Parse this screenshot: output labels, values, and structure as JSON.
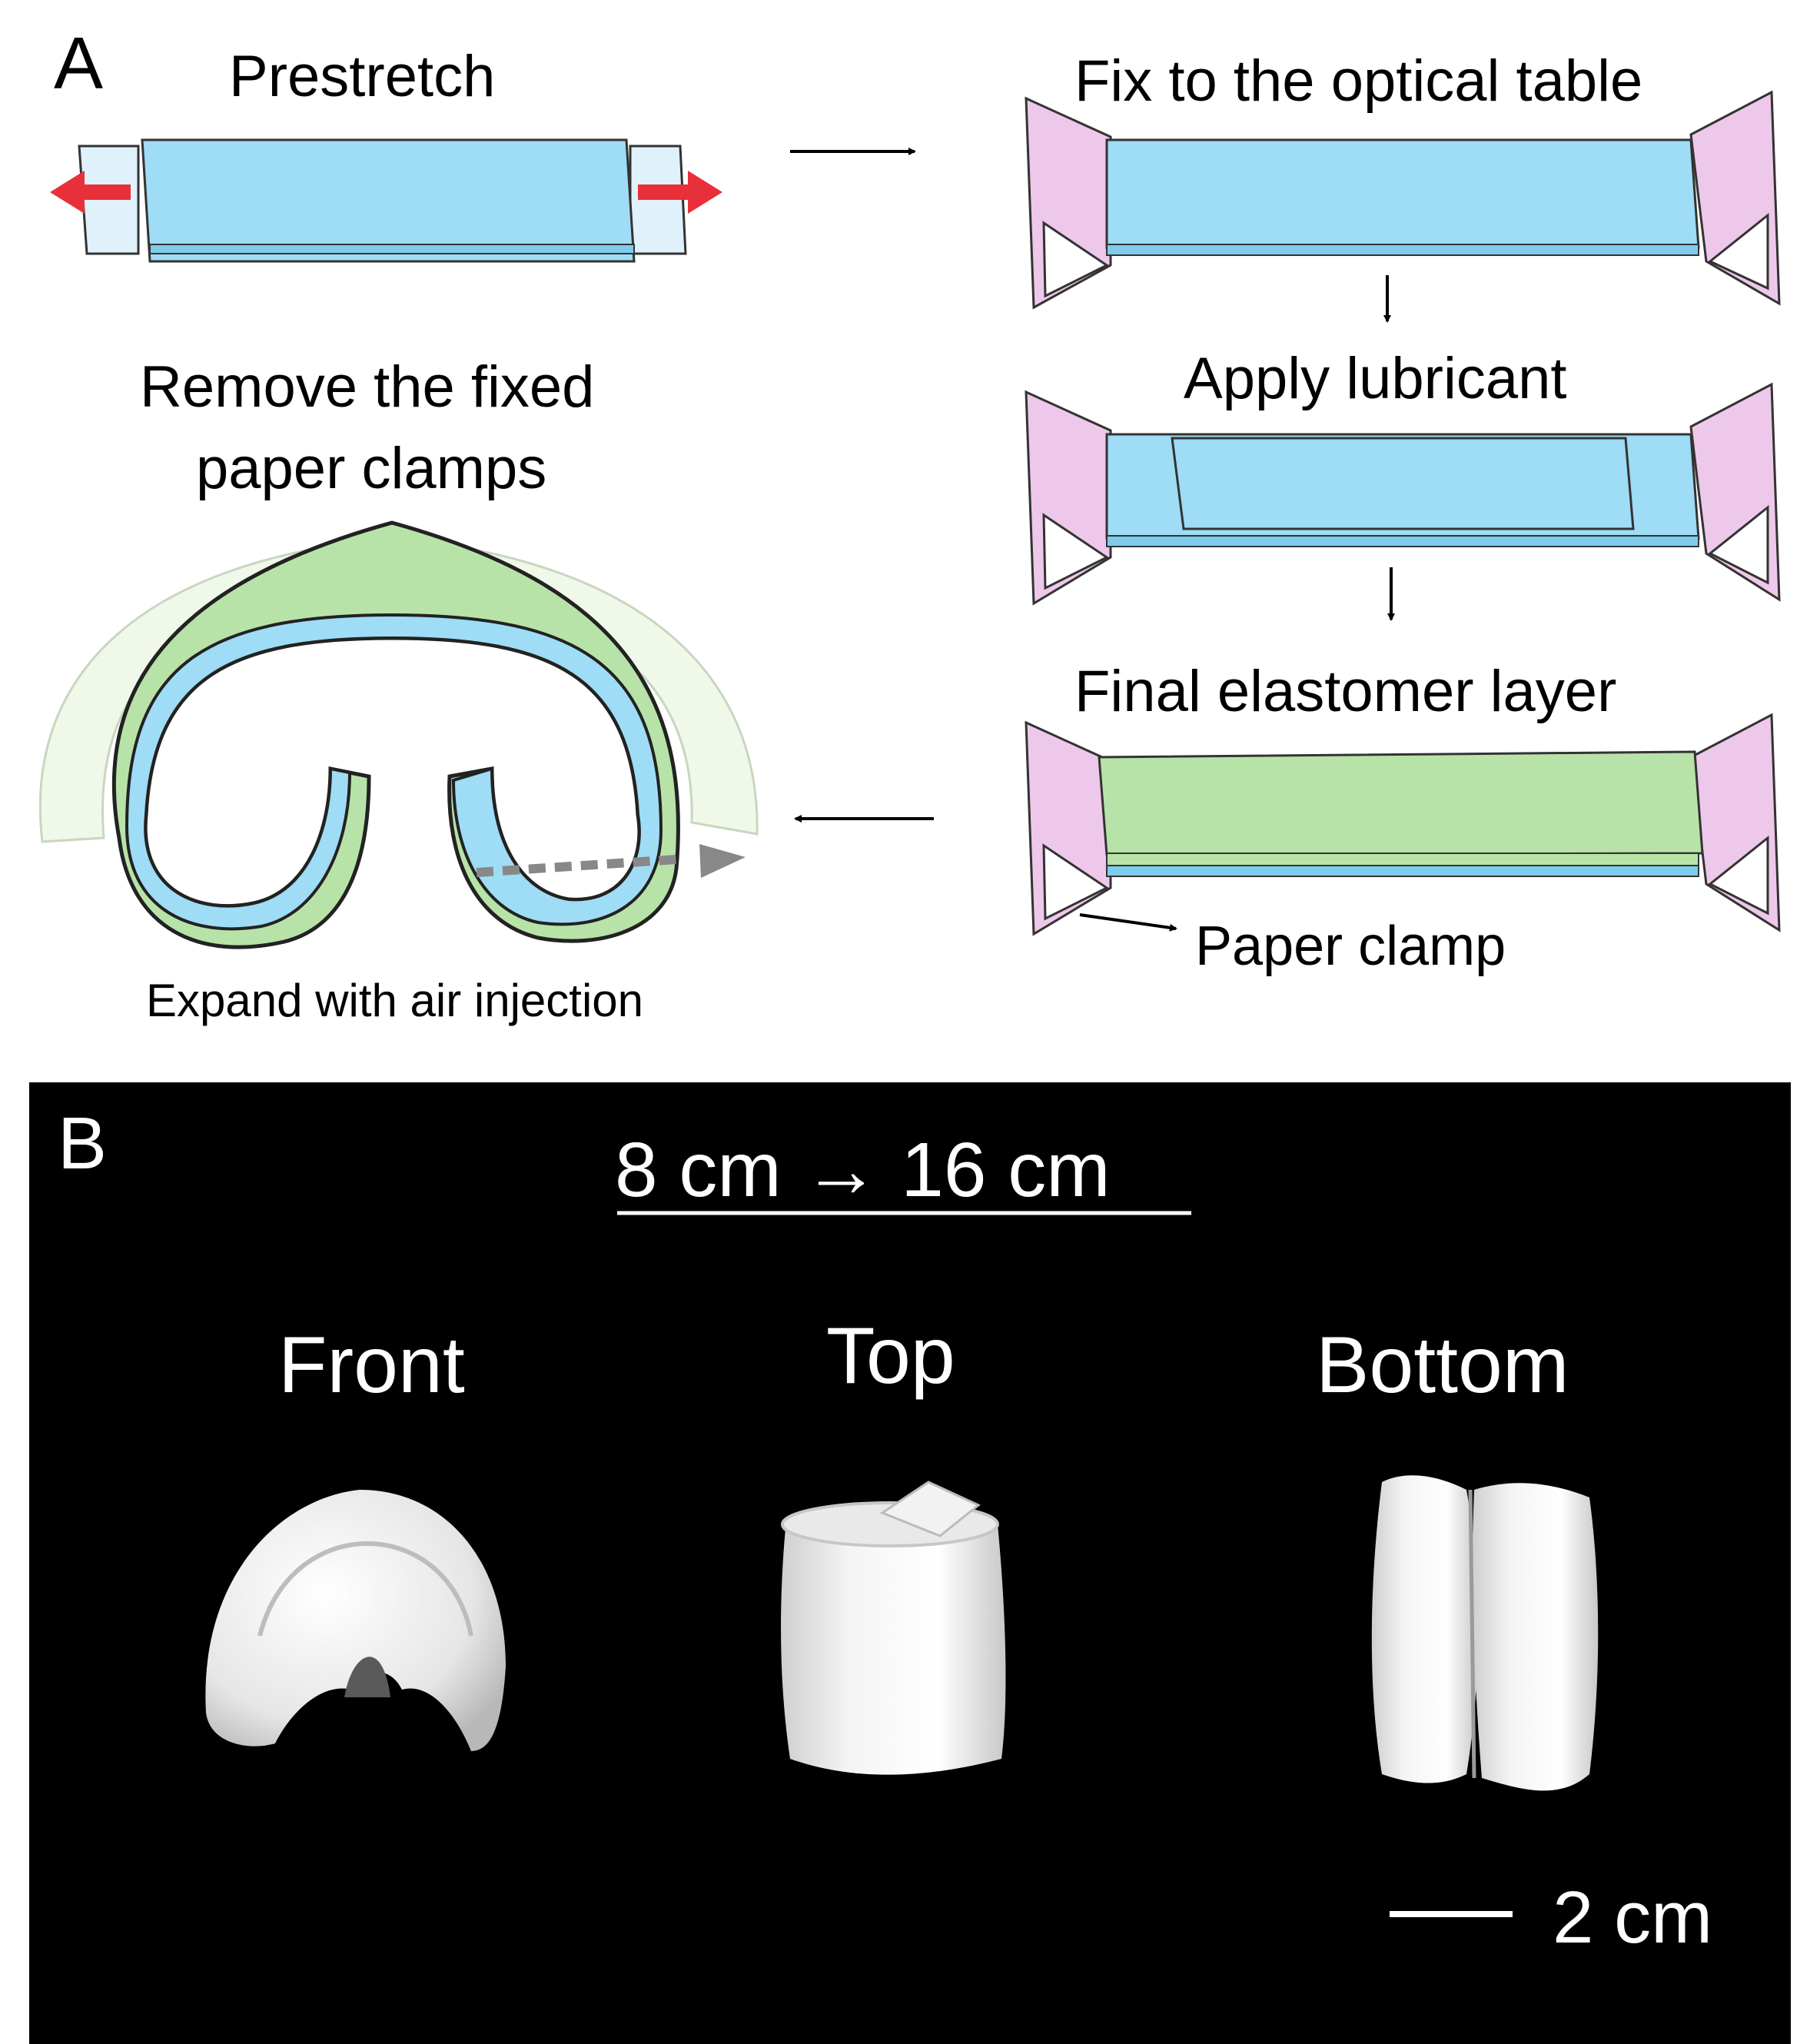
{
  "panel_a": {
    "label": "A",
    "steps": {
      "prestretch": "Prestretch",
      "fix": "Fix to the optical table",
      "lubricant": "Apply lubricant",
      "final_layer": "Final elastomer layer",
      "paper_clamp": "Paper clamp",
      "remove_line1": "Remove the fixed",
      "remove_line2": "paper clamps",
      "expand": "Expand with air injection"
    }
  },
  "panel_b": {
    "label": "B",
    "stretch": "8 cm → 16 cm",
    "views": [
      "Front",
      "Top",
      "Bottom"
    ],
    "scale_bar": "2 cm"
  },
  "colors": {
    "elastomer_blue": "#9fdcf5",
    "final_layer_green": "#b8e3a8",
    "clamp_pink": "#eec8ea",
    "arrow_red": "#e8303a",
    "background_b": "#000000"
  }
}
